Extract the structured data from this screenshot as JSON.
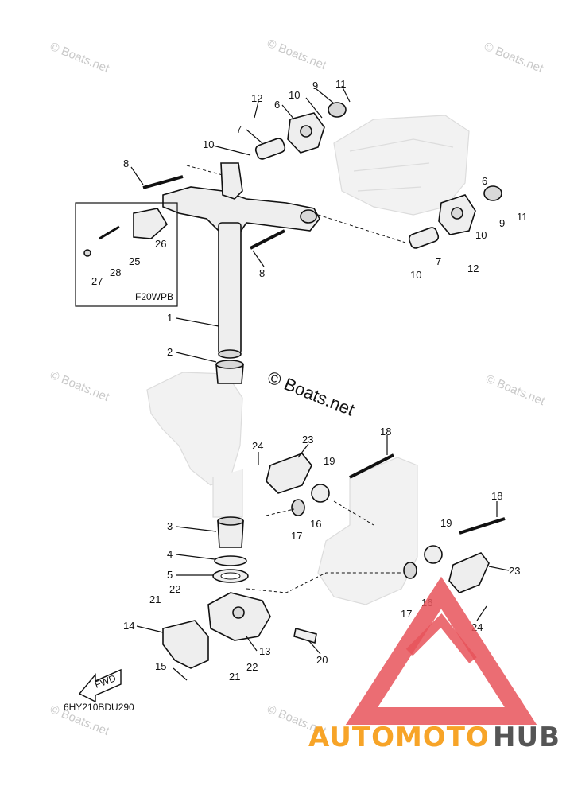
{
  "diagram": {
    "code": "6HY210BDU290",
    "inset_label": "F20WPB",
    "fwd_label": "FWD",
    "center_watermark": "© Boats.net",
    "watermark_text": "© Boats.net",
    "callouts": {
      "c1": "1",
      "c2": "2",
      "c3": "3",
      "c4": "4",
      "c5": "5",
      "c6a": "6",
      "c6b": "6",
      "c7a": "7",
      "c7b": "7",
      "c8a": "8",
      "c8b": "8",
      "c9a": "9",
      "c9b": "9",
      "c10a": "10",
      "c10b": "10",
      "c10c": "10",
      "c10d": "10",
      "c11a": "11",
      "c11b": "11",
      "c12a": "12",
      "c12b": "12",
      "c13": "13",
      "c14": "14",
      "c15": "15",
      "c16a": "16",
      "c16b": "16",
      "c17a": "17",
      "c17b": "17",
      "c18a": "18",
      "c18b": "18",
      "c19a": "19",
      "c19b": "19",
      "c20": "20",
      "c21a": "21",
      "c21b": "21",
      "c22a": "22",
      "c22b": "22",
      "c23a": "23",
      "c23b": "23",
      "c24a": "24",
      "c24b": "24",
      "c25": "25",
      "c26": "26",
      "c27": "27",
      "c28": "28"
    }
  },
  "logo": {
    "brand_part1": "AUTOMOTO",
    "brand_part2": "HUB",
    "color_primary": "#f7a428",
    "color_secondary": "#555555",
    "color_triangle": "#e8535a"
  }
}
